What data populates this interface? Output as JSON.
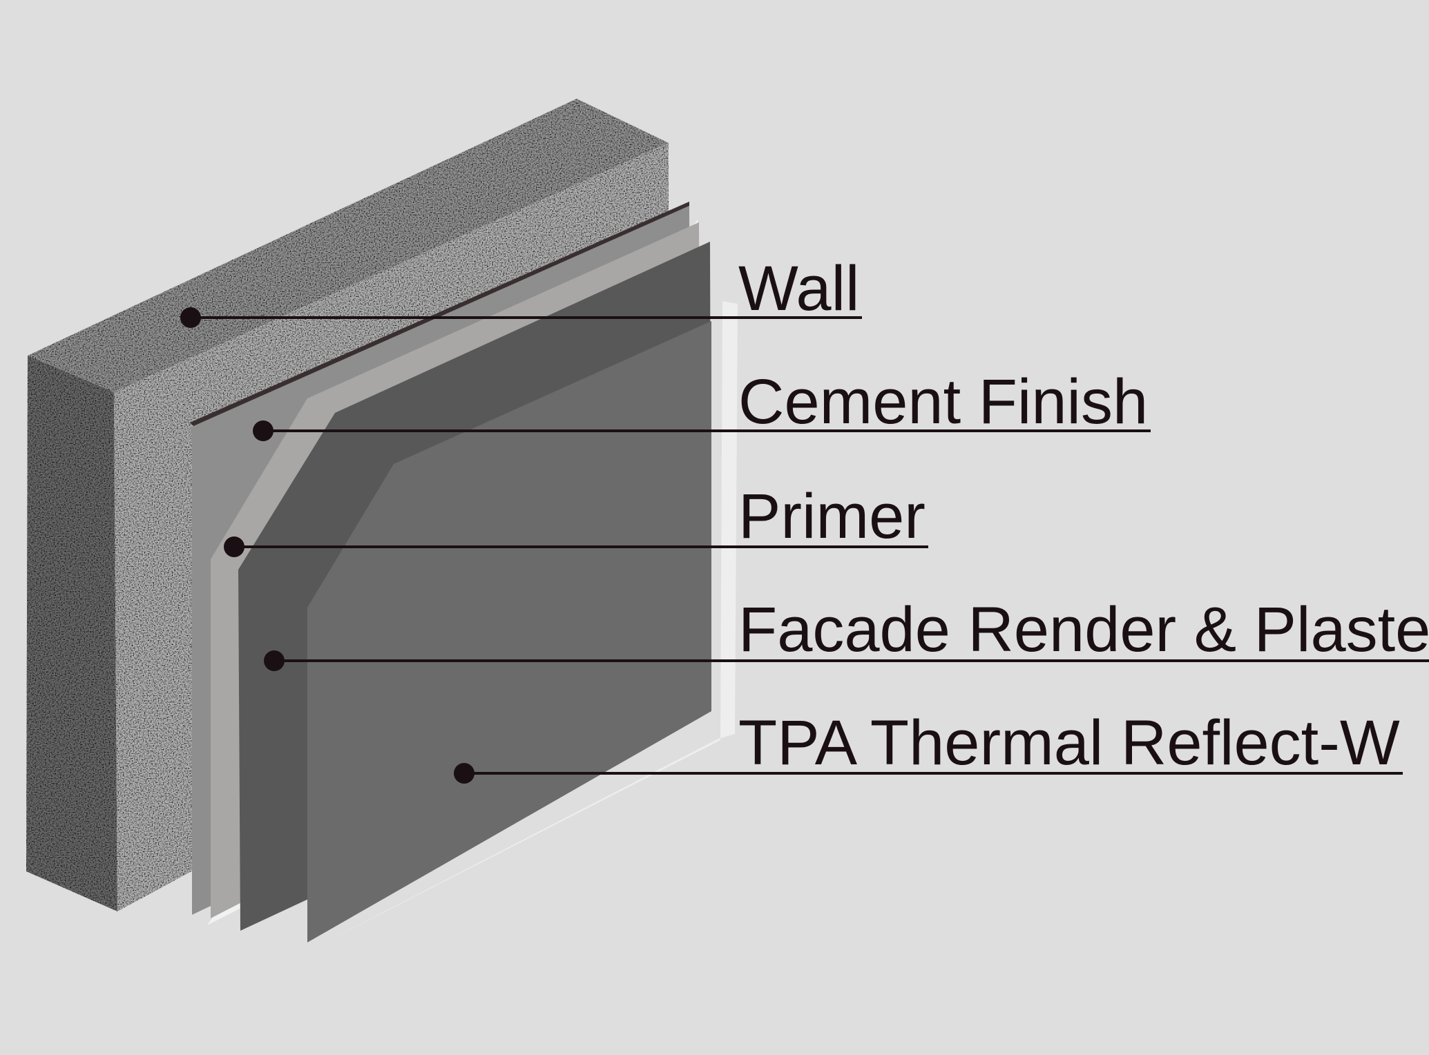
{
  "diagram": {
    "type": "layered-wall-section",
    "layers": [
      {
        "label": "Wall"
      },
      {
        "label": "Cement Finish"
      },
      {
        "label": "Primer"
      },
      {
        "label": "Facade Render & Plaster"
      },
      {
        "label": "TPA Thermal Reflect-W"
      }
    ],
    "colors": {
      "background": "#dedede",
      "leader": "#1a1014",
      "wall_light": "#b8b8b8",
      "wall_dark": "#6e6e6e",
      "cement": "#8f8f8f",
      "primer": "#a9a9a9",
      "render": "#5a5a5a",
      "tpa": "#6b6b6b",
      "highlight": "#f1f1f1"
    }
  }
}
